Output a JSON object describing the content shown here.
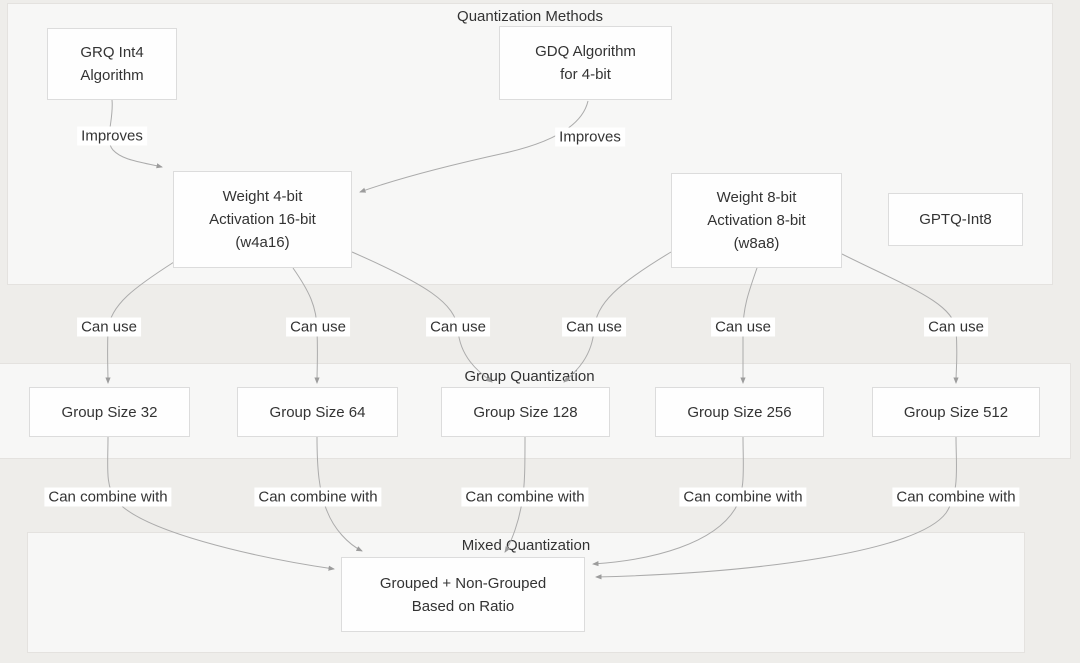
{
  "clusters": {
    "quantization_methods": {
      "label": "Quantization Methods"
    },
    "group_quantization": {
      "label": "Group Quantization"
    },
    "mixed_quantization": {
      "label": "Mixed Quantization"
    }
  },
  "nodes": {
    "grq": {
      "lines": [
        "GRQ Int4",
        "Algorithm"
      ]
    },
    "gdq": {
      "lines": [
        "GDQ Algorithm",
        "for 4-bit"
      ]
    },
    "w4a16": {
      "lines": [
        "Weight 4-bit",
        "Activation 16-bit",
        "(w4a16)"
      ]
    },
    "w8a8": {
      "lines": [
        "Weight 8-bit",
        "Activation 8-bit",
        "(w8a8)"
      ]
    },
    "gptq": {
      "lines": [
        "GPTQ-Int8"
      ]
    },
    "gs32": {
      "lines": [
        "Group Size 32"
      ]
    },
    "gs64": {
      "lines": [
        "Group Size 64"
      ]
    },
    "gs128": {
      "lines": [
        "Group Size 128"
      ]
    },
    "gs256": {
      "lines": [
        "Group Size 256"
      ]
    },
    "gs512": {
      "lines": [
        "Group Size 512"
      ]
    },
    "mixed": {
      "lines": [
        "Grouped + Non-Grouped",
        "Based on Ratio"
      ]
    }
  },
  "edges": [
    {
      "from": "GRQ Int4 Algorithm",
      "to": "Weight 4-bit Activation 16-bit (w4a16)",
      "label": "Improves"
    },
    {
      "from": "GDQ Algorithm for 4-bit",
      "to": "Weight 4-bit Activation 16-bit (w4a16)",
      "label": "Improves"
    },
    {
      "from": "Weight 4-bit Activation 16-bit (w4a16)",
      "to": "Group Size 32",
      "label": "Can use"
    },
    {
      "from": "Weight 4-bit Activation 16-bit (w4a16)",
      "to": "Group Size 64",
      "label": "Can use"
    },
    {
      "from": "Weight 4-bit Activation 16-bit (w4a16)",
      "to": "Group Size 128",
      "label": "Can use"
    },
    {
      "from": "Weight 8-bit Activation 8-bit (w8a8)",
      "to": "Group Size 128",
      "label": "Can use"
    },
    {
      "from": "Weight 8-bit Activation 8-bit (w8a8)",
      "to": "Group Size 256",
      "label": "Can use"
    },
    {
      "from": "Weight 8-bit Activation 8-bit (w8a8)",
      "to": "Group Size 512",
      "label": "Can use"
    },
    {
      "from": "Group Size 32",
      "to": "Grouped + Non-Grouped Based on Ratio",
      "label": "Can combine with"
    },
    {
      "from": "Group Size 64",
      "to": "Grouped + Non-Grouped Based on Ratio",
      "label": "Can combine with"
    },
    {
      "from": "Group Size 128",
      "to": "Grouped + Non-Grouped Based on Ratio",
      "label": "Can combine with"
    },
    {
      "from": "Group Size 256",
      "to": "Grouped + Non-Grouped Based on Ratio",
      "label": "Can combine with"
    },
    {
      "from": "Group Size 512",
      "to": "Grouped + Non-Grouped Based on Ratio",
      "label": "Can combine with"
    }
  ],
  "colors": {
    "canvas_bg": "#eeedea",
    "cluster_bg": "#f7f7f6",
    "cluster_border": "#e4e2df",
    "node_bg": "#fefefe",
    "node_border": "#dcdcdc",
    "edge": "#ababab",
    "arrow": "#9c9c9c",
    "text": "#333333",
    "edge_label_bg": "#ffffff"
  }
}
